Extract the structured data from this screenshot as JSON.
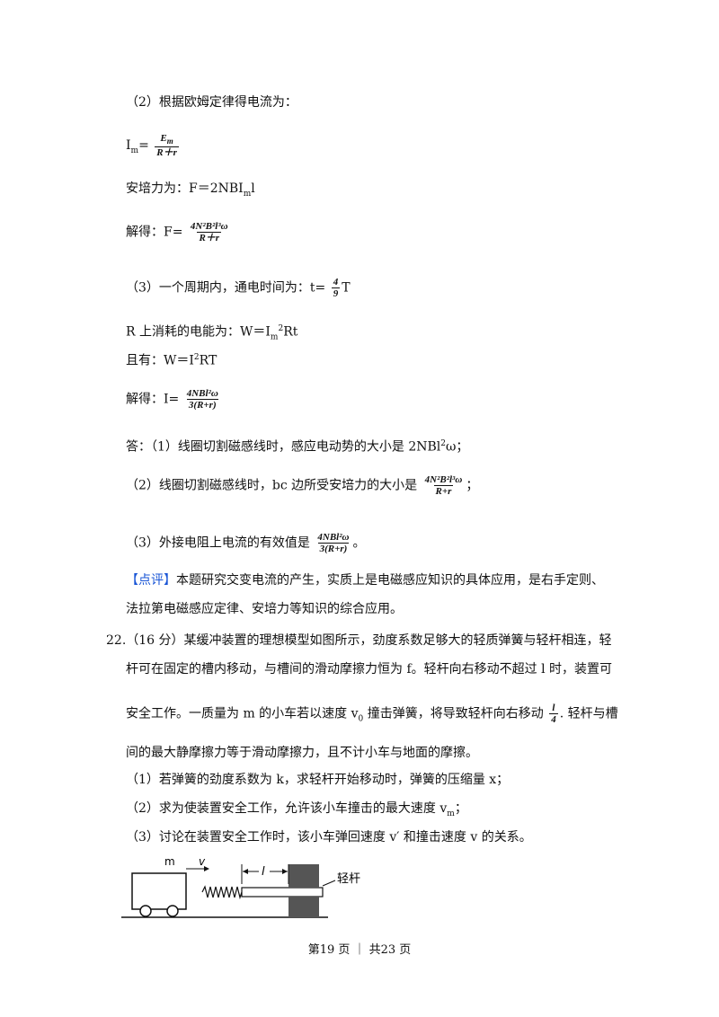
{
  "lines": {
    "l1": "（2）根据欧姆定律得电流为：",
    "im_lhs": "I",
    "im_sub": "m",
    "eq": "=",
    "f_em_num": "E",
    "f_em_num_sub": "m",
    "f_rr": "R＋r",
    "l3_a": "安培力为：F＝2NBI",
    "l3_sub": "m",
    "l3_b": "l",
    "l4_a": "解得：F=",
    "f2_num": "4N²B²l³ω",
    "l5_a": "（3）一个周期内，通电时间为：t=",
    "f3_num": "4",
    "f3_den": "9",
    "l5_b": "T",
    "l6_a": "R 上消耗的电能为：W＝I",
    "l6_sub": "m",
    "l6_sup": "2",
    "l6_b": "Rt",
    "l7_a": "且有：W＝I",
    "l7_sup": "2",
    "l7_b": "RT",
    "l8_a": "解得：I=",
    "f4_num": "4NBl²ω",
    "f4_den": "3(R+r)",
    "ans1_a": "答：（1）线圈切割磁感线时，感应电动势的大小是 2NBl",
    "ans1_sup": "2",
    "ans1_b": "ω；",
    "ans2_a": "（2）线圈切割磁感线时，bc 边所受安培力的大小是",
    "ans2_num": "4N²B²l³ω",
    "ans2_den": "R+r",
    "ans2_b": "；",
    "ans3_a": "（3）外接电阻上电流的有效值是",
    "ans3_num": "4NBl²ω",
    "ans3_den": "3(R+r)",
    "ans3_b": "。",
    "comment_tag": "【点评】",
    "comment_a": "本题研究交变电流的产生，实质上是电磁感应知识的具体应用，是右手定则、",
    "comment_b": "法拉第电磁感应定律、安培力等知识的综合应用。",
    "q22_a": "22.（16 分）某缓冲装置的理想模型如图所示，劲度系数足够大的轻质弹簧与轻杆相连，轻",
    "q22_b": "杆可在固定的槽内移动，与槽间的滑动摩擦力恒为 f。轻杆向右移动不超过 l 时，装置可",
    "q22_c": "安全工作。一质量为 m 的小车若以速度 v",
    "q22_c_sub": "0",
    "q22_c2": " 撞击弹簧，将导致轻杆向右移动",
    "q22_frac_num": "l",
    "q22_frac_den": "4",
    "q22_c3": ". 轻杆与槽",
    "q22_d": "间的最大静摩擦力等于滑动摩擦力，且不计小车与地面的摩擦。",
    "q22_p1": "（1）若弹簧的劲度系数为 k，求轻杆开始移动时，弹簧的压缩量 x；",
    "q22_p2": "（2）求为使装置安全工作，允许该小车撞击的最大速度 v",
    "q22_p2_sub": "m",
    "q22_p2_b": "；",
    "q22_p3": "（3）讨论在装置安全工作时，该小车弹回速度 v′ 和撞击速度 v 的关系。"
  },
  "figure": {
    "label_m": "m",
    "label_v": "v",
    "label_l": "l",
    "label_rod": "轻杆"
  },
  "footer": "第19 页 ｜ 共23 页"
}
